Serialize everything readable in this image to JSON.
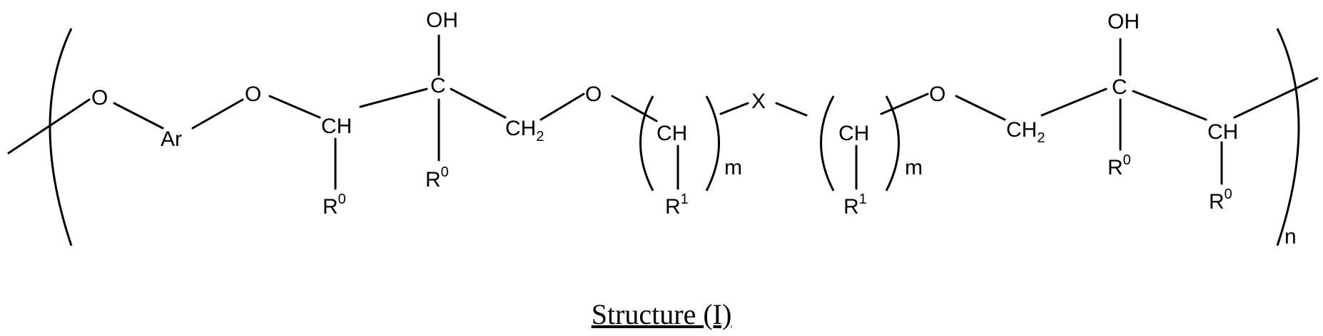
{
  "structure": {
    "labels": {
      "o1": "O",
      "ar": "Ar",
      "o2": "O",
      "ch1": "CH",
      "r0_1": "R",
      "r0_1_sup": "0",
      "oh1": "OH",
      "c1": "C",
      "r0_2": "R",
      "r0_2_sup": "0",
      "ch2_1": "CH",
      "ch2_1_sub": "2",
      "o3": "O",
      "ch_m1": "CH",
      "r1_1": "R",
      "r1_1_sup": "1",
      "m1": "m",
      "x": "X",
      "ch_m2": "CH",
      "r1_2": "R",
      "r1_2_sup": "1",
      "m2": "m",
      "o4": "O",
      "ch2_2": "CH",
      "ch2_2_sub": "2",
      "oh2": "OH",
      "c2": "C",
      "r0_3": "R",
      "r0_3_sup": "0",
      "ch2": "CH",
      "r0_4": "R",
      "r0_4_sup": "0",
      "n": "n"
    },
    "caption": "Structure (I)"
  }
}
